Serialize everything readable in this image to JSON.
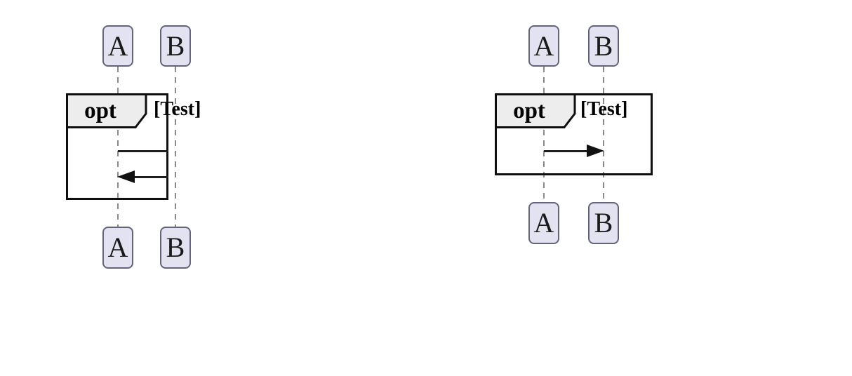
{
  "colors": {
    "background": "#ffffff",
    "participant_fill": "#E2E2F0",
    "participant_border": "#63637a",
    "lifeline": "#8a8a8a",
    "fragment_border": "#0f0f0f",
    "fragment_header_fill": "#EDEDED",
    "arrow": "#111111",
    "text": "#000000"
  },
  "diagrams": [
    {
      "name": "left-sequence-diagram",
      "participants": [
        {
          "label": "A"
        },
        {
          "label": "B"
        }
      ],
      "fragment": {
        "operator": "opt",
        "guard": "[Test]"
      },
      "messages": [
        {
          "from": "A",
          "to": "B",
          "direction": "right",
          "style": "clipped-at-fragment-edge",
          "label": ""
        },
        {
          "from": "B",
          "to": "A",
          "direction": "left",
          "style": "solid-filled-arrowhead",
          "label": ""
        }
      ]
    },
    {
      "name": "right-sequence-diagram",
      "participants": [
        {
          "label": "A"
        },
        {
          "label": "B"
        }
      ],
      "fragment": {
        "operator": "opt",
        "guard": "[Test]"
      },
      "messages": [
        {
          "from": "A",
          "to": "B",
          "direction": "right",
          "style": "solid-filled-arrowhead",
          "label": ""
        }
      ]
    }
  ]
}
